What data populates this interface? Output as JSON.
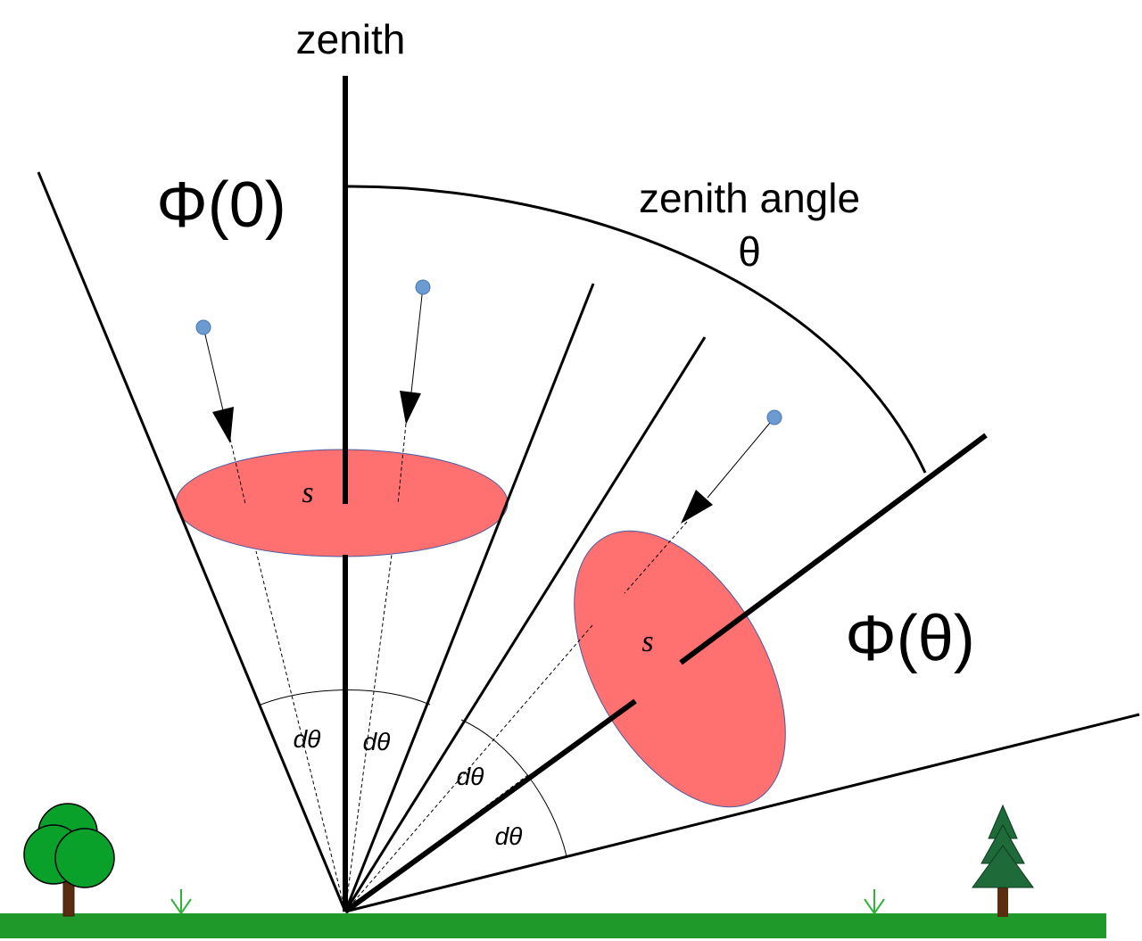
{
  "labels": {
    "zenith": "zenith",
    "phi_zero": "Φ(0)",
    "zenith_angle": "zenith angle",
    "theta": "θ",
    "phi_theta": "Φ(θ)",
    "surface_symbol": "s",
    "dtheta": "dθ"
  },
  "colors": {
    "ground": "#1f9a2a",
    "disc_fill": "#ff7070",
    "disc_edge": "#4a5aa0",
    "particle": "#6b9bd1",
    "tree_leaf": "#0aa12a",
    "pine_leaf": "#1e6a38",
    "trunk": "#5a2d10",
    "grass": "#2fb43a"
  },
  "icons": [
    "deciduous-tree-icon",
    "pine-tree-icon",
    "grass-tuft-icon",
    "particle-icon",
    "arrow-head-icon"
  ]
}
